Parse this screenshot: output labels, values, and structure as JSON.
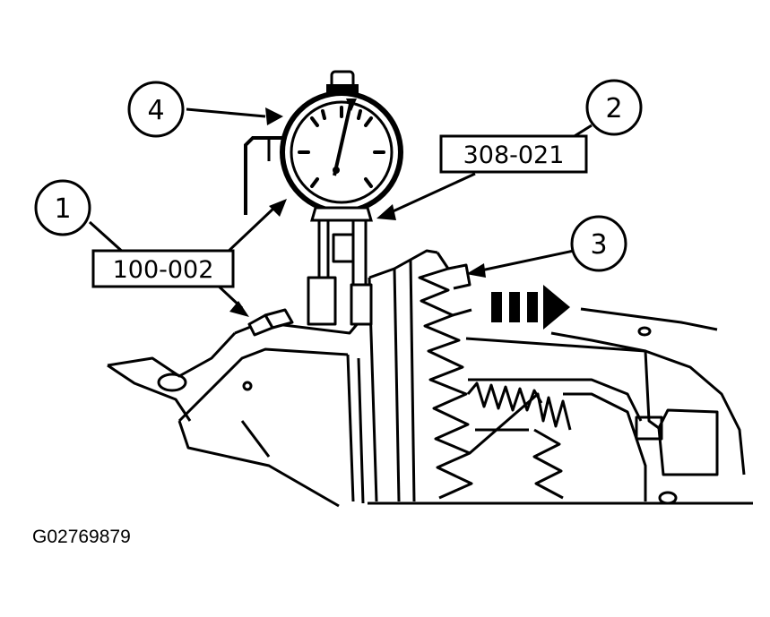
{
  "figure_id": "G02769879",
  "callouts": [
    {
      "id": "callout-1",
      "number": "1"
    },
    {
      "id": "callout-2",
      "number": "2"
    },
    {
      "id": "callout-3",
      "number": "3"
    },
    {
      "id": "callout-4",
      "number": "4"
    }
  ],
  "tool_labels": [
    {
      "id": "tool-label-100-002",
      "text": "100-002"
    },
    {
      "id": "tool-label-308-021",
      "text": "308-021"
    }
  ],
  "colors": {
    "ink": "#000000",
    "paper": "#ffffff"
  },
  "icons": [
    "dial-indicator-icon",
    "ring-gear-icon",
    "direction-arrow-icon"
  ]
}
